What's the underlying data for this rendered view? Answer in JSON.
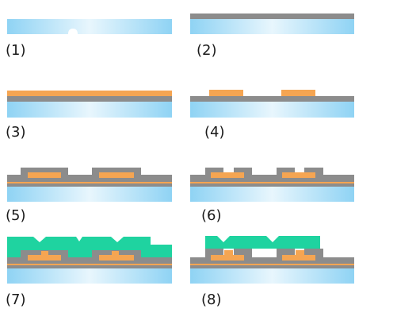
{
  "colors": {
    "substrate_edge": "#8fd3f4",
    "substrate_center": "#e8f6fd",
    "gray_layer": "#8c8c8c",
    "orange": "#f5a552",
    "green": "#1fd3a0"
  },
  "steps": [
    {
      "label": "(1)"
    },
    {
      "label": "(2)"
    },
    {
      "label": "(3)"
    },
    {
      "label": "(4)"
    },
    {
      "label": "(5)"
    },
    {
      "label": "(6)"
    },
    {
      "label": "(7)"
    },
    {
      "label": "(8)"
    }
  ]
}
